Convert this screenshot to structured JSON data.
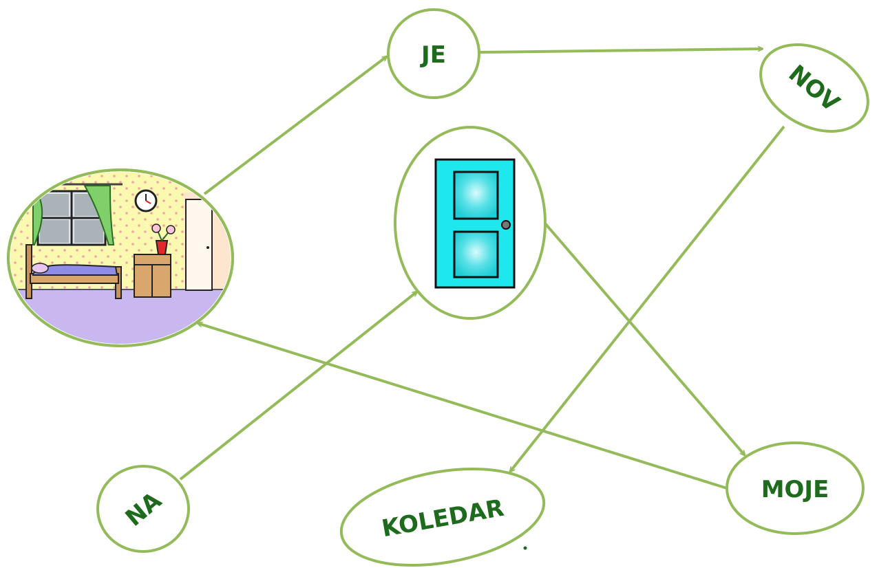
{
  "words": {
    "je": "JE",
    "nov": "NOV",
    "na": "NA",
    "koledar": "KOLEDAR",
    "moje": "MOJE"
  },
  "icons": {
    "room": "bedroom-picture",
    "door": "door-picture"
  },
  "colors": {
    "edge": "#94bb5a",
    "text": "#1e6b1e",
    "door": "#1ee8ee"
  }
}
